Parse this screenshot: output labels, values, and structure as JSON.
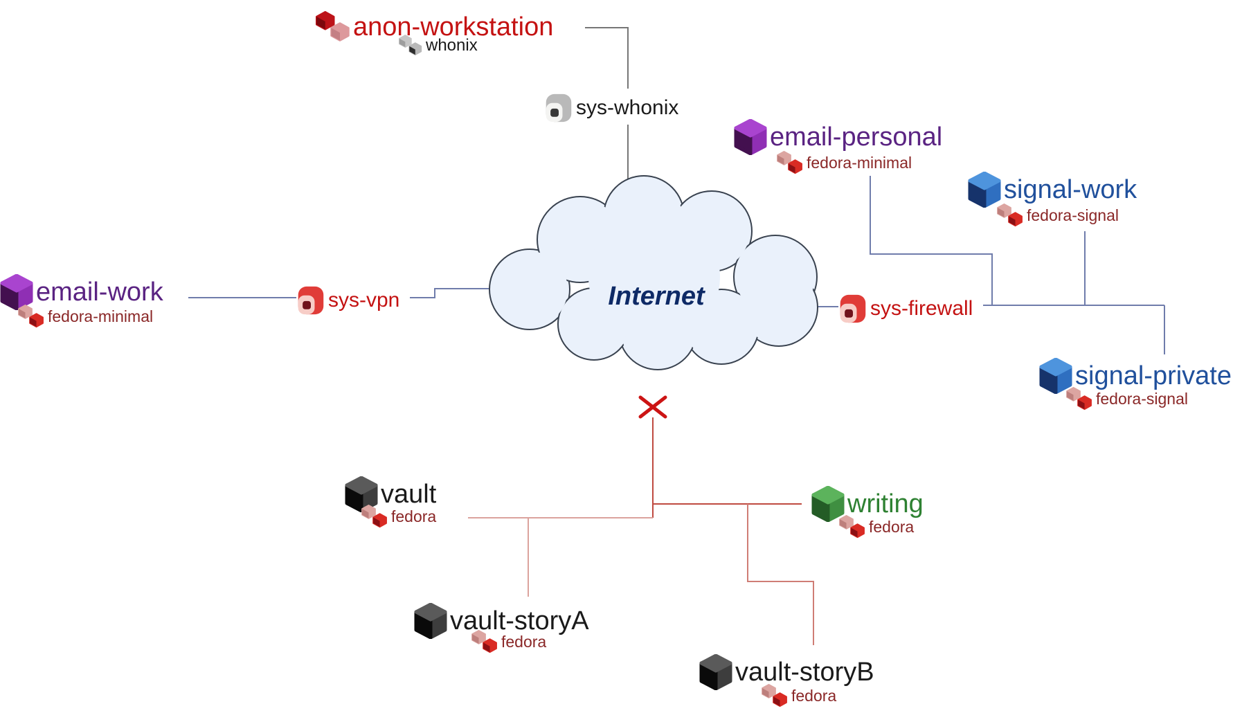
{
  "diagram_type": "qubes-network-topology",
  "cloud": {
    "label": "Internet"
  },
  "nodes": [
    {
      "id": "anon-workstation",
      "label": "anon-workstation",
      "template": "whonix",
      "color": "#c41212"
    },
    {
      "id": "sys-whonix",
      "label": "sys-whonix",
      "color": "#1a1a1a"
    },
    {
      "id": "email-personal",
      "label": "email-personal",
      "template": "fedora-minimal",
      "color": "#5a2382"
    },
    {
      "id": "signal-work",
      "label": "signal-work",
      "template": "fedora-signal",
      "color": "#20509c"
    },
    {
      "id": "email-work",
      "label": "email-work",
      "template": "fedora-minimal",
      "color": "#5a2382"
    },
    {
      "id": "sys-vpn",
      "label": "sys-vpn",
      "color": "#c41212"
    },
    {
      "id": "sys-firewall",
      "label": "sys-firewall",
      "color": "#c41212"
    },
    {
      "id": "signal-private",
      "label": "signal-private",
      "template": "fedora-signal",
      "color": "#20509c"
    },
    {
      "id": "vault",
      "label": "vault",
      "template": "fedora",
      "color": "#1a1a1a"
    },
    {
      "id": "writing",
      "label": "writing",
      "template": "fedora",
      "color": "#2e8132"
    },
    {
      "id": "vault-storyA",
      "label": "vault-storyA",
      "template": "fedora",
      "color": "#1a1a1a"
    },
    {
      "id": "vault-storyB",
      "label": "vault-storyB",
      "template": "fedora",
      "color": "#1a1a1a"
    }
  ],
  "edges": [
    {
      "from": "anon-workstation",
      "to": "sys-whonix"
    },
    {
      "from": "sys-whonix",
      "to": "internet"
    },
    {
      "from": "email-work",
      "to": "sys-vpn"
    },
    {
      "from": "sys-vpn",
      "to": "internet"
    },
    {
      "from": "internet",
      "to": "sys-firewall"
    },
    {
      "from": "sys-firewall",
      "to": "email-personal"
    },
    {
      "from": "sys-firewall",
      "to": "signal-work"
    },
    {
      "from": "sys-firewall",
      "to": "signal-private"
    },
    {
      "from": "internet",
      "to": "offline-group",
      "status": "blocked"
    },
    {
      "from": "offline-group",
      "to": "vault"
    },
    {
      "from": "offline-group",
      "to": "writing"
    },
    {
      "from": "offline-group",
      "to": "vault-storyA"
    },
    {
      "from": "offline-group",
      "to": "vault-storyB"
    }
  ],
  "colors": {
    "node_red": "#c41212",
    "node_purple": "#5a2382",
    "node_blue": "#20509c",
    "node_green": "#2e8132",
    "node_black": "#1a1a1a",
    "template_label": "#8a2727",
    "internet_text": "#0e2a66",
    "cloud_fill": "#eaf1fb",
    "cloud_outline": "#39424f",
    "link_network": "#6f7cab",
    "link_tor": "#767676",
    "link_blocked": "#bf4a40",
    "link_offline": "#dba39d",
    "blocked_x": "#cc1414"
  }
}
